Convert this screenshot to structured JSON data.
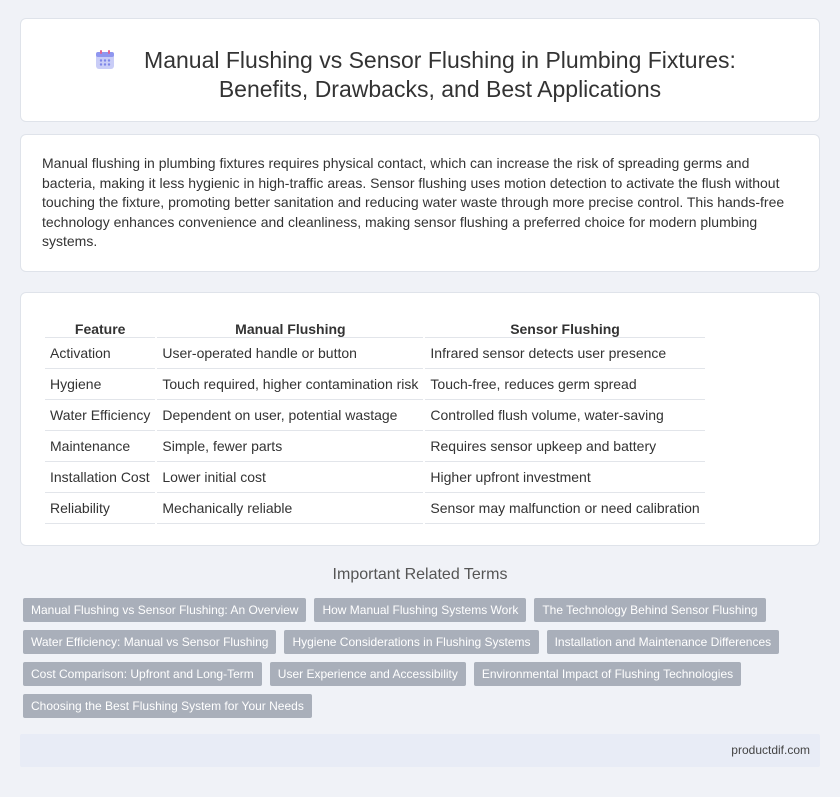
{
  "header": {
    "title": "Manual Flushing vs Sensor Flushing in Plumbing Fixtures: Benefits, Drawbacks, and Best Applications",
    "icon": "calendar-icon"
  },
  "intro": {
    "text": "Manual flushing in plumbing fixtures requires physical contact, which can increase the risk of spreading germs and bacteria, making it less hygienic in high-traffic areas. Sensor flushing uses motion detection to activate the flush without touching the fixture, promoting better sanitation and reducing water waste through more precise control. This hands-free technology enhances convenience and cleanliness, making sensor flushing a preferred choice for modern plumbing systems."
  },
  "table": {
    "headers": [
      "Feature",
      "Manual Flushing",
      "Sensor Flushing"
    ],
    "rows": [
      [
        "Activation",
        "User-operated handle or button",
        "Infrared sensor detects user presence"
      ],
      [
        "Hygiene",
        "Touch required, higher contamination risk",
        "Touch-free, reduces germ spread"
      ],
      [
        "Water Efficiency",
        "Dependent on user, potential wastage",
        "Controlled flush volume, water-saving"
      ],
      [
        "Maintenance",
        "Simple, fewer parts",
        "Requires sensor upkeep and battery"
      ],
      [
        "Installation Cost",
        "Lower initial cost",
        "Higher upfront investment"
      ],
      [
        "Reliability",
        "Mechanically reliable",
        "Sensor may malfunction or need calibration"
      ]
    ]
  },
  "related": {
    "title": "Important Related Terms",
    "tag_rows": [
      [
        "Manual Flushing vs Sensor Flushing: An Overview",
        "How Manual Flushing Systems Work",
        "The Technology Behind Sensor Flushing"
      ],
      [
        "Water Efficiency: Manual vs Sensor Flushing",
        "Hygiene Considerations in Flushing Systems",
        "Installation and Maintenance Differences"
      ],
      [
        "Cost Comparison: Upfront and Long-Term",
        "User Experience and Accessibility",
        "Environmental Impact of Flushing Technologies"
      ],
      [
        "Choosing the Best Flushing System for Your Needs"
      ]
    ]
  },
  "footer": {
    "site": "productdif.com"
  },
  "colors": {
    "background": "#f0f2f7",
    "tag_bg": "#a9afba",
    "footer_bg": "#e8ecf6"
  }
}
